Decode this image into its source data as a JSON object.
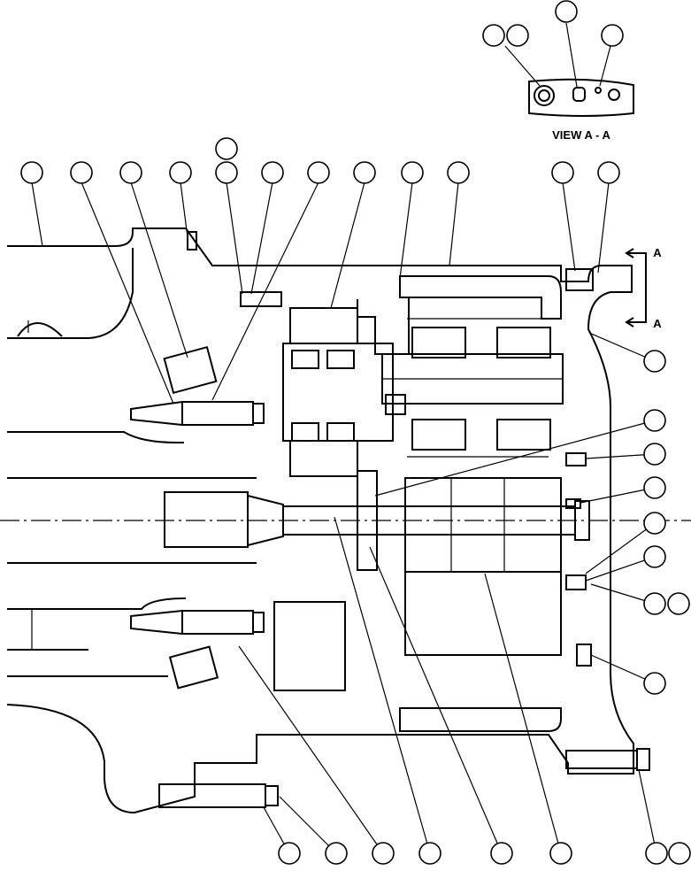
{
  "view_label": "VIEW A - A",
  "section_marks": [
    "A",
    "A"
  ]
}
